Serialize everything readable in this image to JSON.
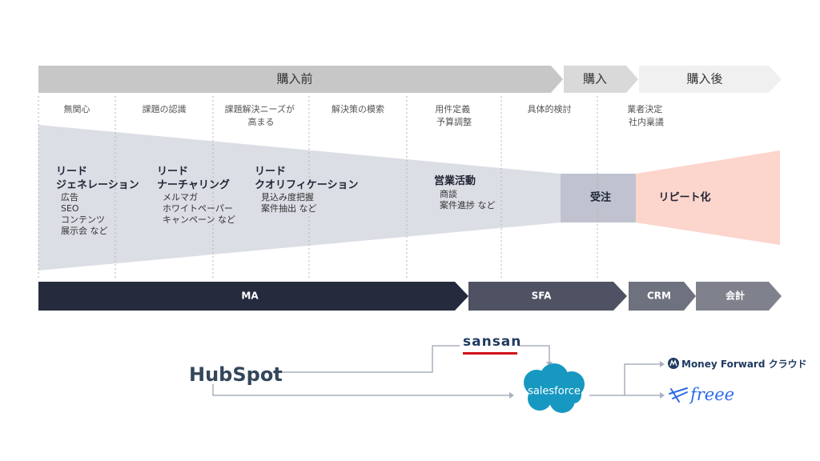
{
  "stages": {
    "before": "購入前",
    "purchase": "購入",
    "after": "購入後"
  },
  "steps": {
    "s1": [
      "無関心"
    ],
    "s2": [
      "課題の認識"
    ],
    "s3": [
      "課題解決ニーズが",
      "高まる"
    ],
    "s4": [
      "解決策の模索"
    ],
    "s5": [
      "用件定義",
      "予算調整"
    ],
    "s6": [
      "具体的検討"
    ],
    "s7": [
      "業者決定",
      "社内稟議"
    ]
  },
  "funnel": {
    "lead_gen": {
      "title": [
        "リード",
        "ジェネレーション"
      ],
      "items": [
        "広告",
        "SEO",
        "コンテンツ",
        "展示会 など"
      ]
    },
    "lead_nurture": {
      "title": [
        "リード",
        "ナーチャリング"
      ],
      "items": [
        "メルマガ",
        "ホワイトペーパー",
        "キャンペーン など"
      ]
    },
    "lead_qual": {
      "title": [
        "リード",
        "クオリフィケーション"
      ],
      "items": [
        "見込み度把握",
        "案件抽出 など"
      ]
    },
    "sales": {
      "title": [
        "営業活動"
      ],
      "items": [
        "商談",
        "案件進捗 など"
      ]
    },
    "order": "受注",
    "repeat": "リピート化"
  },
  "tools": {
    "ma": "MA",
    "sfa": "SFA",
    "crm": "CRM",
    "accounting": "会計"
  },
  "logos": {
    "hubspot": "HubSpot",
    "sansan": "sansan",
    "salesforce": "salesforce",
    "moneyforward": "Money Forward クラウド",
    "freee": "freee"
  },
  "colors": {
    "stage_before": "#c7c7c7",
    "stage_purchase": "#d9d9d9",
    "stage_after": "#f0f0f0",
    "funnel": "#dcdee5",
    "order_box": "#c0c3cf",
    "repeat_box": "#fcd5cc",
    "ma": "#252b3d",
    "sfa": "#4e5263",
    "crm": "#6e717e",
    "accounting": "#7f828d",
    "salesforce": "#1798c1",
    "sansan_red": "#d0111b"
  }
}
